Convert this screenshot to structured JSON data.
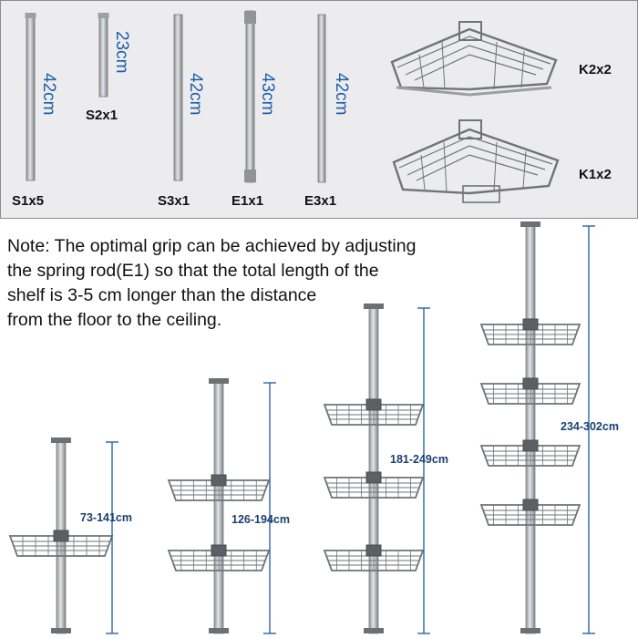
{
  "parts": {
    "S1": {
      "label": "S1x5",
      "length": "42cm"
    },
    "S2": {
      "label": "S2x1",
      "length": "23cm"
    },
    "S3": {
      "label": "S3x1",
      "length": "42cm"
    },
    "E1": {
      "label": "E1x1",
      "length": "43cm"
    },
    "E3": {
      "label": "E3x1",
      "length": "42cm"
    },
    "K2": {
      "label": "K2x2"
    },
    "K1": {
      "label": "K1x2"
    }
  },
  "note": {
    "line1": "Note: The optimal grip can be achieved by adjusting",
    "line2": "the spring rod(E1) so that the total length of the",
    "line3": "shelf is 3-5 cm longer than the distance",
    "line4": "from the floor to the ceiling."
  },
  "configurations": [
    {
      "range": "73-141cm",
      "baskets": 1
    },
    {
      "range": "126-194cm",
      "baskets": 2
    },
    {
      "range": "181-249cm",
      "baskets": 3
    },
    {
      "range": "234-302cm",
      "baskets": 4
    }
  ],
  "colors": {
    "accent_text": "#1d5ea8",
    "size_text": "#1b3f73",
    "dimension_line": "#2a63a8"
  }
}
